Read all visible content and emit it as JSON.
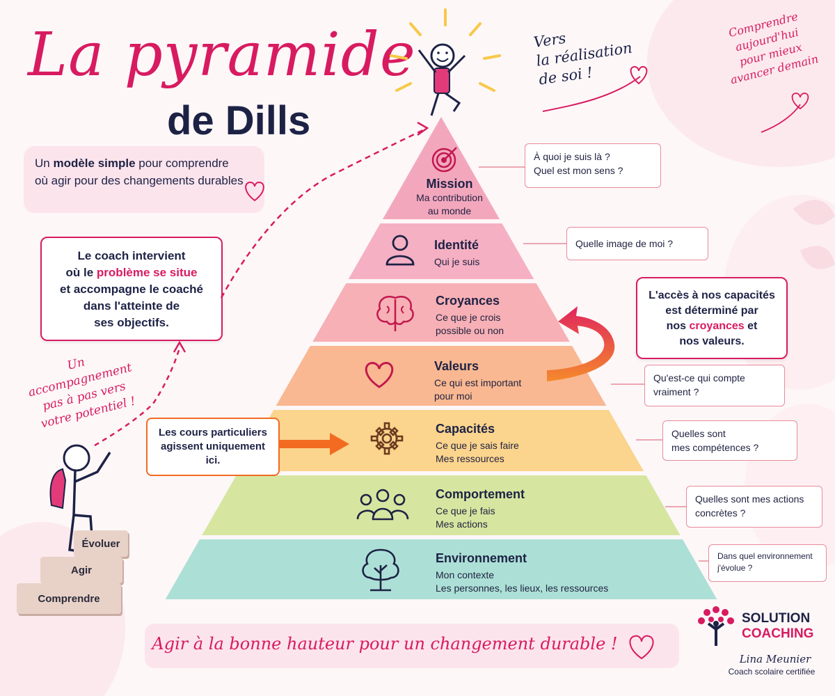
{
  "title": {
    "line1": "La pyramide",
    "line2": "de Dills"
  },
  "intro": {
    "pre": "Un ",
    "bold": "modèle simple",
    "post": " pour comprendre où agir pour des changements durables"
  },
  "top_note": {
    "l1": "Vers",
    "l2": "la réalisation",
    "l3": "de soi !"
  },
  "corner_note": {
    "l1": "Comprendre",
    "l2": "aujourd'hui",
    "l3": "pour mieux",
    "l4": "avancer demain"
  },
  "coach_box": {
    "l1": "Le coach intervient",
    "l2_pre": "où le ",
    "l2_hl": "problème se situe",
    "l3": "et accompagne le coaché",
    "l4": "dans l'atteinte de",
    "l5": "ses objectifs."
  },
  "accomp_note": {
    "l1": "Un accompagnement",
    "l2": "pas à pas vers",
    "l3": "votre potentiel !"
  },
  "cours_box": {
    "l1": "Les cours particuliers",
    "l2": "agissent uniquement",
    "l3": "ici."
  },
  "beliefs_box": {
    "l1": "L'accès à nos capacités",
    "l2": "est déterminé par",
    "l3_pre": "nos ",
    "l3_hl": "croyances",
    "l3_post": " et",
    "l4": "nos valeurs."
  },
  "levels": [
    {
      "name": "Mission",
      "line1": "Ma contribution",
      "line2": "au monde",
      "icon": "target-icon",
      "question1": "À quoi je suis là ?",
      "question2": "Quel est mon sens ?",
      "color": "#f3a7bd"
    },
    {
      "name": "Identité",
      "line1": "Qui je suis",
      "line2": "",
      "icon": "person-icon",
      "question1": "Quelle image de moi ?",
      "question2": "",
      "color": "#f6b0c3"
    },
    {
      "name": "Croyances",
      "line1": "Ce que je crois",
      "line2": "possible ou non",
      "icon": "brain-icon",
      "question1": "",
      "question2": "",
      "color": "#f7b0b5"
    },
    {
      "name": "Valeurs",
      "line1": "Ce qui est important",
      "line2": "pour moi",
      "icon": "heart-icon",
      "question1": "Qu'est-ce qui compte",
      "question2": "vraiment ?",
      "color": "#f9b891"
    },
    {
      "name": "Capacités",
      "line1": "Ce que je sais faire",
      "line2": "Mes ressources",
      "icon": "gear-icon",
      "question1": "Quelles sont",
      "question2": "mes compétences ?",
      "color": "#fbd48d"
    },
    {
      "name": "Comportement",
      "line1": "Ce que je fais",
      "line2": "Mes actions",
      "icon": "group-icon",
      "question1": "Quelles sont mes actions",
      "question2": "concrètes ?",
      "color": "#d6e6a0"
    },
    {
      "name": "Environnement",
      "line1": "Mon contexte",
      "line2": "Les personnes, les lieux, les ressources",
      "icon": "tree-icon",
      "question1": "Dans quel environnement",
      "question2": "j'évolue ?",
      "color": "#ace0d6"
    }
  ],
  "steps": {
    "top": "Évoluer",
    "middle": "Agir",
    "bottom": "Comprendre"
  },
  "footer": {
    "tagline": "Agir à la bonne hauteur pour un changement durable !"
  },
  "brand": {
    "name1": "SOLUTION",
    "name2": "COACHING",
    "person": "Lina Meunier",
    "role": "Coach scolaire certifiée"
  },
  "colors": {
    "accent": "#d81b60",
    "navy": "#1d2245",
    "orange": "#f26b21"
  }
}
